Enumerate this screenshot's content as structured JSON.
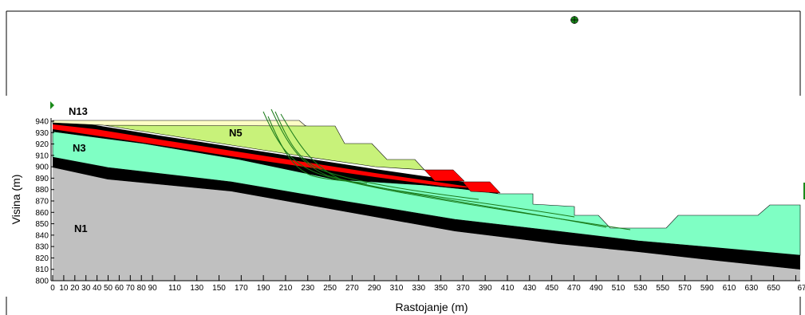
{
  "figure": {
    "xlabel": "Rastojanje (m)",
    "ylabel": "Visina (m)",
    "y_ticks": [
      800,
      810,
      820,
      830,
      840,
      850,
      860,
      870,
      880,
      890,
      900,
      910,
      920,
      930,
      940
    ],
    "x_ticks": [
      "0",
      "10",
      "20",
      "30",
      "40",
      "50",
      "60",
      "70",
      "80",
      "90",
      "110",
      "130",
      "150",
      "170",
      "190",
      "210",
      "230",
      "250",
      "270",
      "290",
      "310",
      "330",
      "350",
      "370",
      "390",
      "410",
      "430",
      "450",
      "470",
      "490",
      "510",
      "530",
      "550",
      "570",
      "590",
      "610",
      "630",
      "650",
      "67"
    ],
    "ylim": [
      800,
      940
    ]
  },
  "materials": [
    {
      "id": "N13",
      "label": "N13",
      "color": "#fdfdc6"
    },
    {
      "id": "N5",
      "label": "N5",
      "color": "#c8f27a"
    },
    {
      "id": "N3",
      "label": "N3",
      "color": "#7fffc4"
    },
    {
      "id": "N1",
      "label": "N1",
      "color": "#c0c0c0"
    },
    {
      "id": "red-layer",
      "label": "",
      "color": "#ff0000"
    },
    {
      "id": "black-layer",
      "label": "",
      "color": "#000000"
    }
  ],
  "colors": {
    "slip_surfaces": "#1a7a1a",
    "marker": "#1a8a1a",
    "frame": "#000000"
  },
  "icons": {
    "center_marker": "crosshair-circle-icon",
    "left_boundary": "triangle-flag-icon",
    "right_boundary": "boundary-bar-icon"
  }
}
